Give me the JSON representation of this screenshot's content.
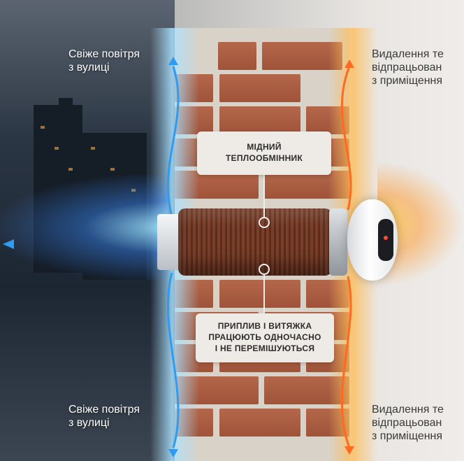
{
  "labels": {
    "copper_exchanger": [
      "МІДНИЙ",
      "ТЕПЛООБМІННИК"
    ],
    "flow_note": [
      "ПРИПЛИВ І ВИТЯЖКА",
      "ПРАЦЮЮТЬ ОДНОЧАСНО",
      "І НЕ ПЕРЕМІШУЮТЬСЯ"
    ],
    "fresh_air_top": [
      "Свіже повітря",
      "з вулиці"
    ],
    "fresh_air_bottom": [
      "Свіже повітря",
      "з вулиці"
    ],
    "exhaust_top": [
      "Видалення те",
      "відпрацьован",
      "з приміщення"
    ],
    "exhaust_bottom": [
      "Видалення те",
      "відпрацьован",
      "з приміщення"
    ]
  },
  "colors": {
    "cold_flow": "#2f9cf0",
    "warm_flow": "#ff6a1f",
    "label_bg": "#eeeae6"
  }
}
